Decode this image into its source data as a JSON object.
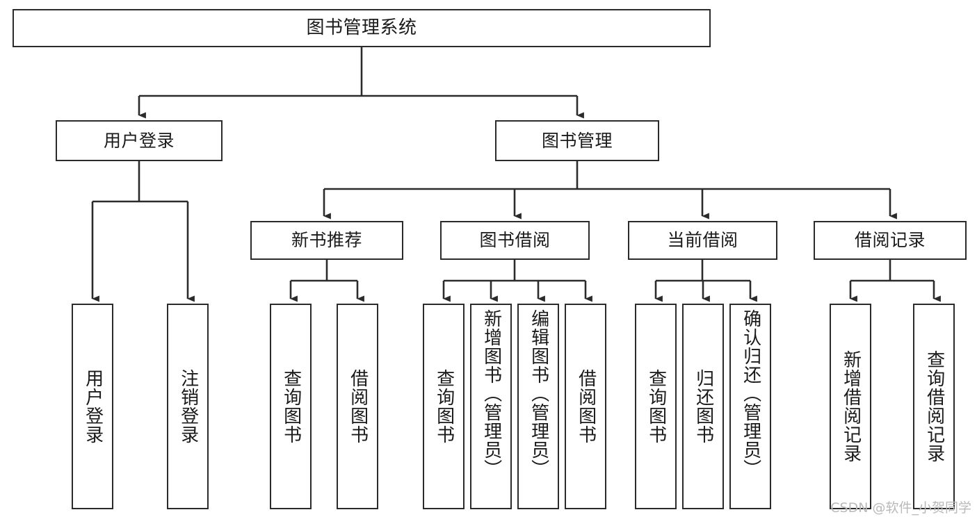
{
  "diagram": {
    "type": "tree-hierarchy-chart",
    "title": "图书管理系统",
    "line_color": "#2b2b2b",
    "box_fill": "#ffffff",
    "text_color": "#1a1a1a",
    "watermark": "CSDN @软件_小贺同学",
    "nodes": {
      "root": {
        "label": "图书管理系统"
      },
      "level2": [
        {
          "label": "用户登录"
        },
        {
          "label": "图书管理"
        }
      ],
      "level3": [
        {
          "label": "新书推荐"
        },
        {
          "label": "图书借阅"
        },
        {
          "label": "当前借阅"
        },
        {
          "label": "借阅记录"
        }
      ],
      "leaves": {
        "user_login": [
          {
            "label": "用户登录"
          },
          {
            "label": "注销登录"
          }
        ],
        "new_book_recommend": [
          {
            "label": "查询图书"
          },
          {
            "label": "借阅图书"
          }
        ],
        "book_borrow": [
          {
            "label": "查询图书"
          },
          {
            "label": "新增图书（管理员）"
          },
          {
            "label": "编辑图书（管理员）"
          },
          {
            "label": "借阅图书"
          }
        ],
        "current_borrow": [
          {
            "label": "查询图书"
          },
          {
            "label": "归还图书"
          },
          {
            "label": "确认归还（管理员）"
          }
        ],
        "borrow_record": [
          {
            "label": "新增借阅记录"
          },
          {
            "label": "查询借阅记录"
          }
        ]
      }
    }
  }
}
